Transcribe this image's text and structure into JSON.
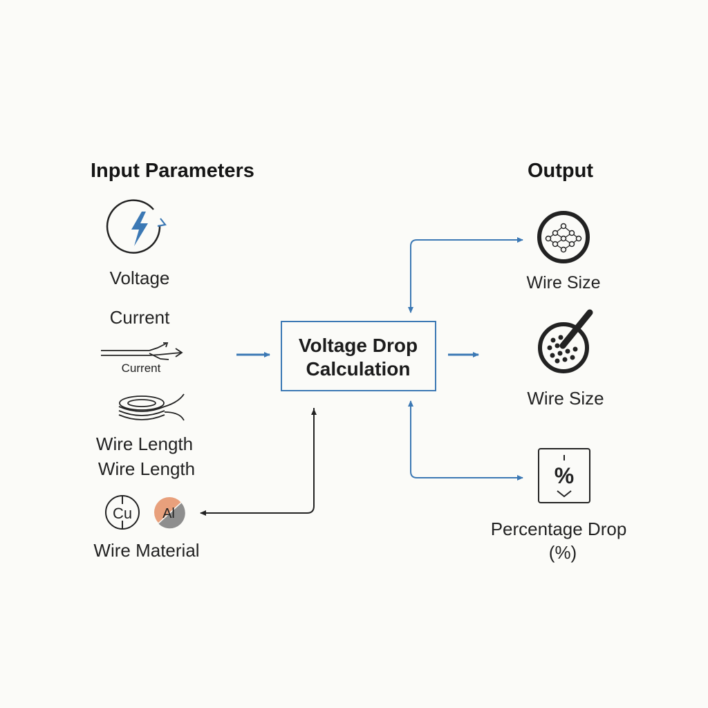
{
  "colors": {
    "background": "#fbfbf8",
    "accent_blue": "#3b78b4",
    "ink": "#1c1c1c",
    "aluminum_orange": "#e8a07c",
    "aluminum_gray": "#8e8e8e"
  },
  "input": {
    "heading": "Input Parameters",
    "voltage": {
      "label": "Voltage",
      "icon": "lightning-bolt-icon"
    },
    "current": {
      "label": "Current",
      "sub_label": "Current",
      "icon": "wire-current-icon"
    },
    "wire_length": {
      "label_line1": "Wire Length",
      "label_line2": "Wire Length",
      "icon": "wire-coil-icon"
    },
    "wire_material": {
      "label": "Wire Material",
      "copper_symbol": "Cu",
      "aluminum_symbol": "Al"
    }
  },
  "process": {
    "title_line1": "Voltage Drop",
    "title_line2": "Calculation"
  },
  "output": {
    "heading": "Output",
    "wire_size_1": {
      "label": "Wire Size",
      "icon": "wire-strands-icon"
    },
    "wire_size_2": {
      "label": "Wire Size",
      "icon": "cable-cross-section-icon"
    },
    "percentage_drop": {
      "label_line1": "Percentage Drop",
      "label_line2": "(%)",
      "icon_symbol": "%",
      "icon": "percentage-document-icon"
    }
  }
}
